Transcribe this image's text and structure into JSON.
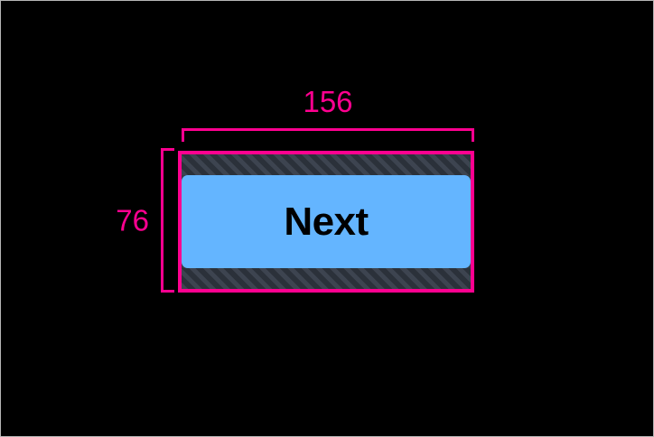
{
  "overlay": {
    "type": "element-box-model-inspector",
    "background_color": "#000000",
    "accent_color": "#ff0090",
    "canvas_border_color": "#b6b6b6"
  },
  "element": {
    "label": "Next",
    "role": "button",
    "fill_color": "#64b5ff",
    "text_color": "#000000",
    "padding_color": "#2f353f",
    "padding_hatch_color": "#3d4450",
    "corner_radius": "7"
  },
  "measurements": {
    "width": {
      "value": "156",
      "axis": "horizontal",
      "label_position": "above"
    },
    "height": {
      "value": "76",
      "axis": "vertical",
      "label_position": "left"
    }
  }
}
